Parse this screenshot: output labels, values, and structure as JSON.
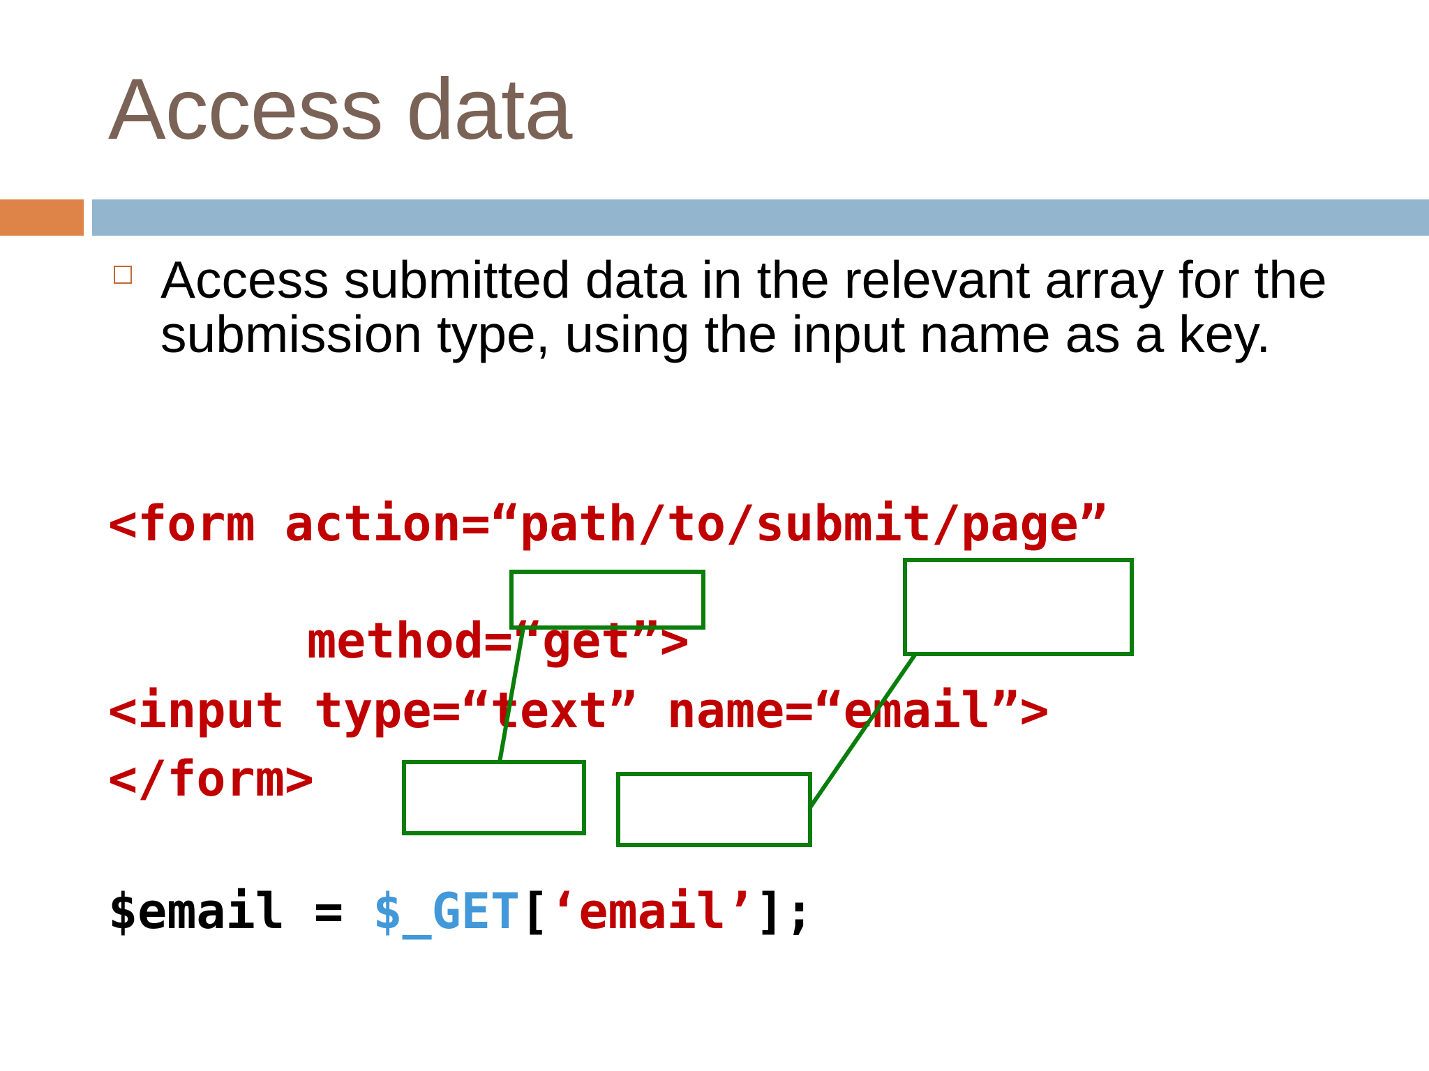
{
  "slide": {
    "title": "Access data",
    "bullet": "Access submitted data in the relevant array for the submission type, using the input name as a key."
  },
  "code": {
    "line1": "<form action=“path/to/submit/page”",
    "line2": "method=“get”>",
    "line3": "<input type=“text” name=“email”>",
    "line4": "</form>",
    "php": {
      "var": "$email",
      "assign": " = ",
      "superglobal": "$_GET",
      "open_bracket": "[",
      "key": "‘email’",
      "close": "];"
    }
  },
  "colors": {
    "title": "#7a6356",
    "accent_orange": "#de8449",
    "accent_blue": "#93b5cd",
    "code_red": "#c00000",
    "code_blue": "#4298d8",
    "annotation_green": "#0a7d0a"
  }
}
